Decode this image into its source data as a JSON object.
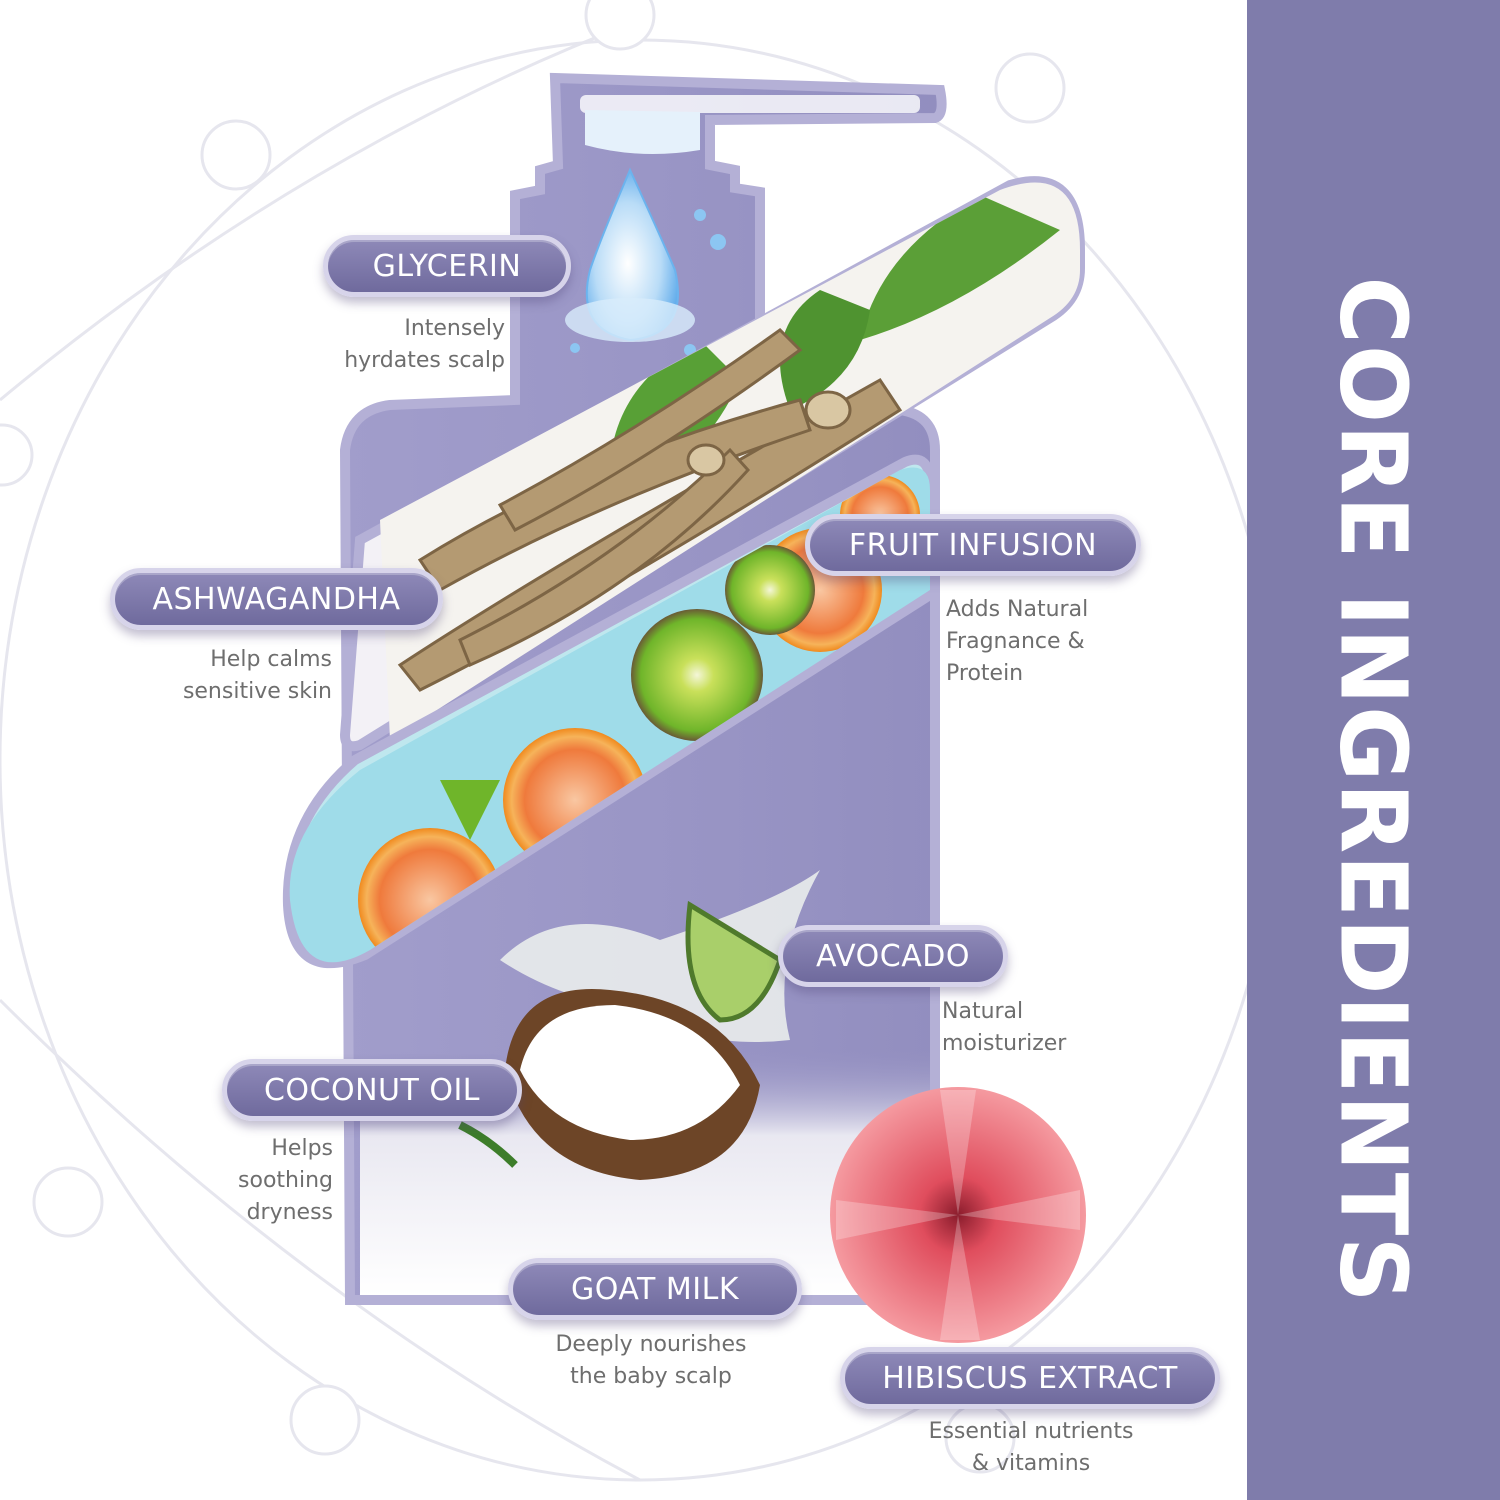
{
  "side_panel": {
    "title": "CORE INGREDIENTS",
    "background": "#7f7cab",
    "badge_icon": "leaf-badge-icon"
  },
  "colors": {
    "pill": "#7b77aa",
    "pill_border": "#d7d4ea",
    "bottle": "#9894c4",
    "description": "#6e6e6e"
  },
  "ingredients": {
    "glycerin": {
      "name": "GLYCERIN",
      "lines": [
        "Intensely",
        "hyrdates scalp"
      ],
      "icon": "water-drop-icon"
    },
    "ashwagandha": {
      "name": "ASHWAGANDHA",
      "lines": [
        "Help calms",
        "sensitive skin"
      ],
      "icon": "ashwagandha-root-icon"
    },
    "fruit": {
      "name": "FRUIT INFUSION",
      "lines": [
        "Adds Natural",
        "Fragnance &",
        "Protein"
      ],
      "icon": "citrus-kiwi-icon"
    },
    "avocado": {
      "name": "AVOCADO",
      "lines": [
        "Natural",
        "moisturizer"
      ],
      "icon": "avocado-slice-icon"
    },
    "coconut": {
      "name": "COCONUT OIL",
      "lines": [
        "Helps",
        "soothing",
        "dryness"
      ],
      "icon": "coconut-icon"
    },
    "goat_milk": {
      "name": "GOAT MILK",
      "lines": [
        "Deeply nourishes",
        "the baby scalp"
      ],
      "icon": "milk-splash-icon"
    },
    "hibiscus": {
      "name": "HIBISCUS EXTRACT",
      "lines": [
        "Essential nutrients",
        "& vitamins"
      ],
      "icon": "hibiscus-flower-icon"
    }
  }
}
